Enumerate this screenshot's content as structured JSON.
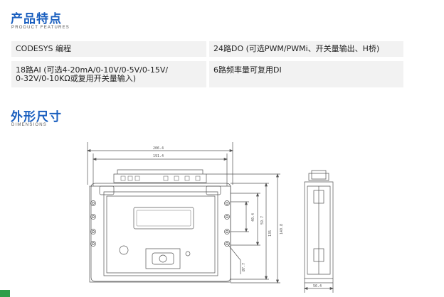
{
  "features": {
    "title": "产品特点",
    "subtitle": "PRODUCT FEATURES",
    "cells": [
      "CODESYS 编程",
      "24路DO (可选PWM/PWMi、开关量输出、H桥)",
      "18路AI (可选4-20mA/0-10V/0-5V/0-15V/\n0-32V/0-10KΩ或复用开关量输入)",
      "6路频率量可复用DI"
    ]
  },
  "dimensions": {
    "title": "外形尺寸",
    "subtitle": "DIMENSIONS",
    "labels": {
      "overall_width": "206.4",
      "mount_width": "191.4",
      "height_small": "40.4",
      "height_mid": "59.7",
      "height_mount": "135",
      "height_total": "149.8",
      "hole": "Ø7.7",
      "side_width": "56.4"
    }
  },
  "colors": {
    "accent": "#1a5fbf",
    "cell_bg": "#f2f2f2",
    "badge": "#2e9e4a"
  }
}
